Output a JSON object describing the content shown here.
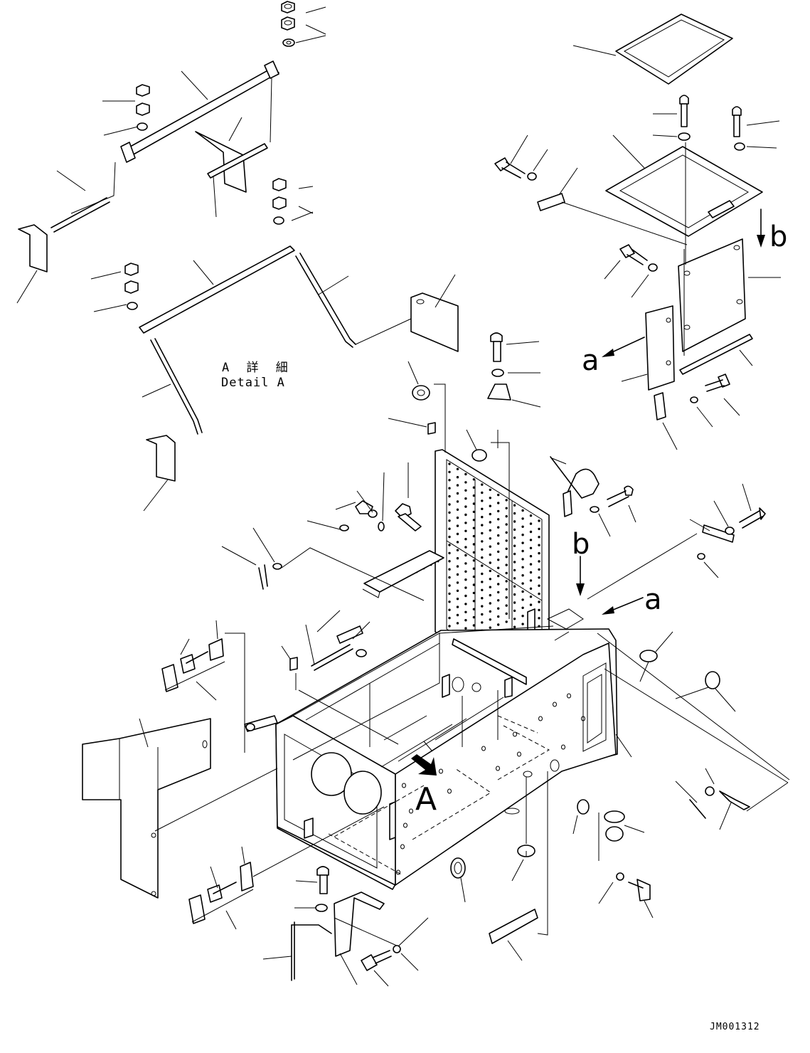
{
  "detail_title_jp": "A 詳 細",
  "detail_title_en": "Detail A",
  "view_letters": {
    "a_upper": "a",
    "a_right": "a",
    "b_right": "b",
    "b_middle": "b",
    "A_frame": "A"
  },
  "drawing_number": "JM001312"
}
